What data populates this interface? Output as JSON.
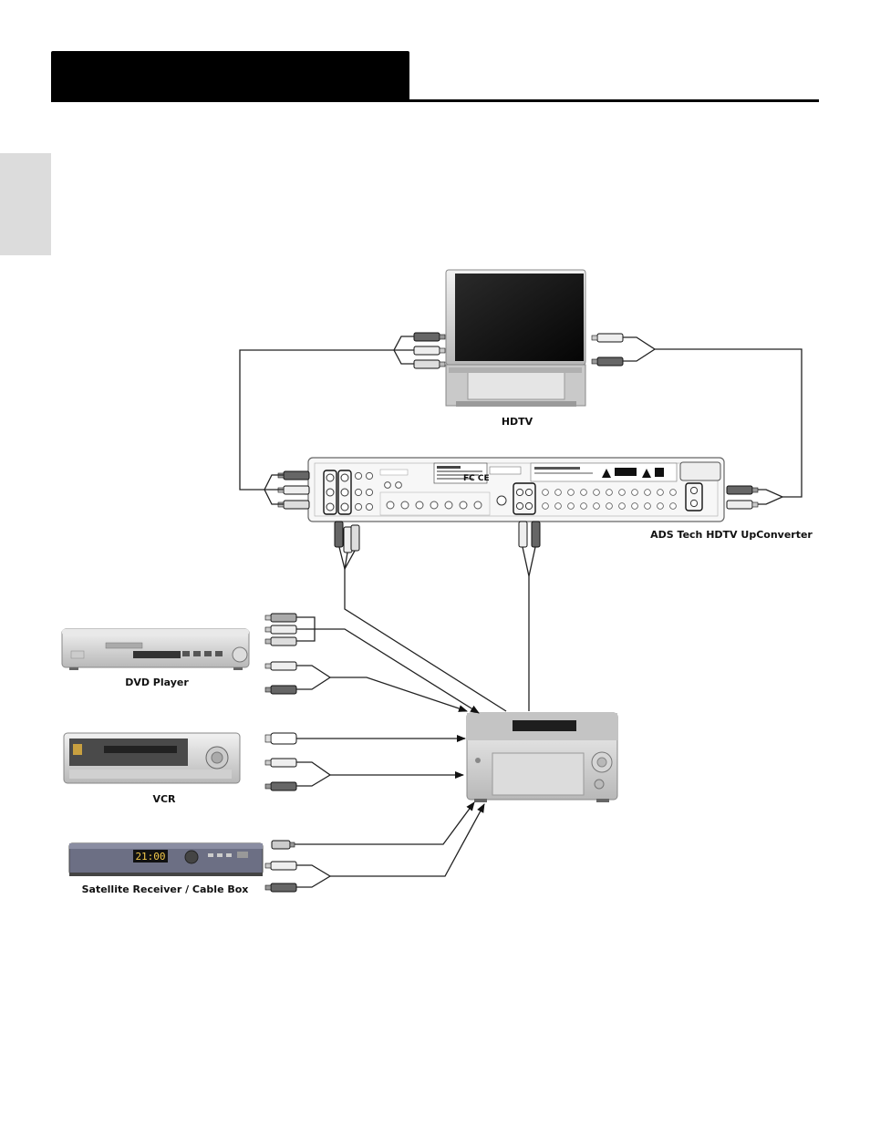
{
  "labels": {
    "hdtv": "HDTV",
    "upconverter": "ADS Tech HDTV UpConverter",
    "dvd": "DVD Player",
    "vcr": "VCR",
    "satellite": "Satellite Receiver / Cable Box",
    "vcr_display": "21:00"
  },
  "colors": {
    "header": "#000000",
    "side_tab": "#dcdcdc",
    "plug_dark": "#555555",
    "plug_light": "#eeeeee"
  }
}
